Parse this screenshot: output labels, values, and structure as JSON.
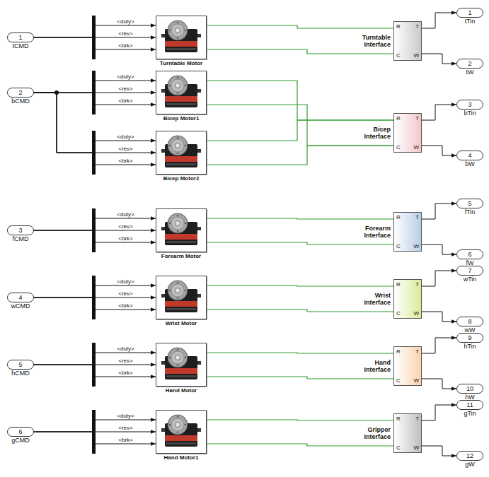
{
  "diagram": {
    "nodes": [
      {
        "text": [
          "1",
          "tCMD"
        ]
      },
      {
        "text": [
          "Turntable Motor"
        ]
      },
      {
        "text": [
          "Turntable Interface",
          "R",
          "C",
          "T",
          "W"
        ]
      },
      {
        "text": [
          "1",
          "tTin"
        ]
      },
      {
        "text": [
          "2",
          "tW"
        ]
      },
      {
        "text": [
          "2",
          "bCMD"
        ]
      },
      {
        "text": [
          "Bicep Motor1"
        ]
      },
      {
        "text": [
          "Bicep Motor2"
        ]
      },
      {
        "text": [
          "Bicep Interface",
          "R",
          "C",
          "T",
          "W"
        ]
      },
      {
        "text": [
          "3",
          "bTin"
        ]
      },
      {
        "text": [
          "4",
          "bW"
        ]
      },
      {
        "text": [
          "3",
          "fCMD"
        ]
      },
      {
        "text": [
          "Forearm Motor"
        ]
      },
      {
        "text": [
          "Forearm Interface",
          "R",
          "C",
          "T",
          "W"
        ]
      },
      {
        "text": [
          "5",
          "fTin"
        ]
      },
      {
        "text": [
          "6",
          "fW"
        ]
      },
      {
        "text": [
          "4",
          "wCMD"
        ]
      },
      {
        "text": [
          "Wrist Motor"
        ]
      },
      {
        "text": [
          "Wrist Interface",
          "R",
          "C",
          "T",
          "W"
        ]
      },
      {
        "text": [
          "7",
          "wTin"
        ]
      },
      {
        "text": [
          "8",
          "wW"
        ]
      },
      {
        "text": [
          "5",
          "hCMD"
        ]
      },
      {
        "text": [
          "Hand Motor"
        ]
      },
      {
        "text": [
          "Hand Interface",
          "R",
          "C",
          "T",
          "W"
        ]
      },
      {
        "text": [
          "9",
          "hTin"
        ]
      },
      {
        "text": [
          "10",
          "hW"
        ]
      },
      {
        "text": [
          "6",
          "gCMD"
        ]
      },
      {
        "text": [
          "Hand Motor1"
        ]
      },
      {
        "text": [
          "Gripper Interface",
          "R",
          "C",
          "T",
          "W"
        ]
      },
      {
        "text": [
          "11",
          "gTin"
        ]
      },
      {
        "text": [
          "12",
          "gW"
        ]
      }
    ],
    "edges": [
      {
        "from": 0,
        "to": 1,
        "label": "<duty>",
        "arrow": "to"
      },
      {
        "from": 0,
        "to": 1,
        "label": "<rev>",
        "arrow": "to"
      },
      {
        "from": 0,
        "to": 1,
        "label": "<brk>",
        "arrow": "to"
      },
      {
        "from": 1,
        "to": 2,
        "arrow": "none"
      },
      {
        "from": 1,
        "to": 2,
        "arrow": "none"
      },
      {
        "from": 2,
        "to": 3,
        "arrow": "to"
      },
      {
        "from": 2,
        "to": 4,
        "arrow": "to"
      },
      {
        "from": 5,
        "to": 6,
        "label": "<duty>",
        "arrow": "to"
      },
      {
        "from": 5,
        "to": 6,
        "label": "<rev>",
        "arrow": "to"
      },
      {
        "from": 5,
        "to": 6,
        "label": "<brk>",
        "arrow": "to"
      },
      {
        "from": 5,
        "to": 7,
        "label": "<duty>",
        "arrow": "to"
      },
      {
        "from": 5,
        "to": 7,
        "label": "<rev>",
        "arrow": "to"
      },
      {
        "from": 5,
        "to": 7,
        "label": "<brk>",
        "arrow": "to"
      },
      {
        "from": 6,
        "to": 8,
        "arrow": "none"
      },
      {
        "from": 6,
        "to": 8,
        "arrow": "none"
      },
      {
        "from": 7,
        "to": 8,
        "arrow": "none"
      },
      {
        "from": 7,
        "to": 8,
        "arrow": "none"
      },
      {
        "from": 8,
        "to": 9,
        "arrow": "to"
      },
      {
        "from": 8,
        "to": 10,
        "arrow": "to"
      },
      {
        "from": 11,
        "to": 12,
        "label": "<duty>",
        "arrow": "to"
      },
      {
        "from": 11,
        "to": 12,
        "label": "<rev>",
        "arrow": "to"
      },
      {
        "from": 11,
        "to": 12,
        "label": "<brk>",
        "arrow": "to"
      },
      {
        "from": 12,
        "to": 13,
        "arrow": "none"
      },
      {
        "from": 12,
        "to": 13,
        "arrow": "none"
      },
      {
        "from": 13,
        "to": 14,
        "arrow": "to"
      },
      {
        "from": 13,
        "to": 15,
        "arrow": "to"
      },
      {
        "from": 16,
        "to": 17,
        "label": "<duty>",
        "arrow": "to"
      },
      {
        "from": 16,
        "to": 17,
        "label": "<rev>",
        "arrow": "to"
      },
      {
        "from": 16,
        "to": 17,
        "label": "<brk>",
        "arrow": "to"
      },
      {
        "from": 17,
        "to": 18,
        "arrow": "none"
      },
      {
        "from": 17,
        "to": 18,
        "arrow": "none"
      },
      {
        "from": 18,
        "to": 19,
        "arrow": "to"
      },
      {
        "from": 18,
        "to": 20,
        "arrow": "to"
      },
      {
        "from": 21,
        "to": 22,
        "label": "<duty>",
        "arrow": "to"
      },
      {
        "from": 21,
        "to": 22,
        "label": "<rev>",
        "arrow": "to"
      },
      {
        "from": 21,
        "to": 22,
        "label": "<brk>",
        "arrow": "to"
      },
      {
        "from": 22,
        "to": 23,
        "arrow": "none"
      },
      {
        "from": 22,
        "to": 23,
        "arrow": "none"
      },
      {
        "from": 23,
        "to": 24,
        "arrow": "to"
      },
      {
        "from": 23,
        "to": 25,
        "arrow": "to"
      },
      {
        "from": 26,
        "to": 27,
        "label": "<duty>",
        "arrow": "to"
      },
      {
        "from": 26,
        "to": 27,
        "label": "<rev>",
        "arrow": "to"
      },
      {
        "from": 26,
        "to": 27,
        "label": "<brk>",
        "arrow": "to"
      },
      {
        "from": 27,
        "to": 28,
        "arrow": "none"
      },
      {
        "from": 27,
        "to": 28,
        "arrow": "none"
      },
      {
        "from": 28,
        "to": 29,
        "arrow": "to"
      },
      {
        "from": 28,
        "to": 30,
        "arrow": "to"
      }
    ]
  }
}
